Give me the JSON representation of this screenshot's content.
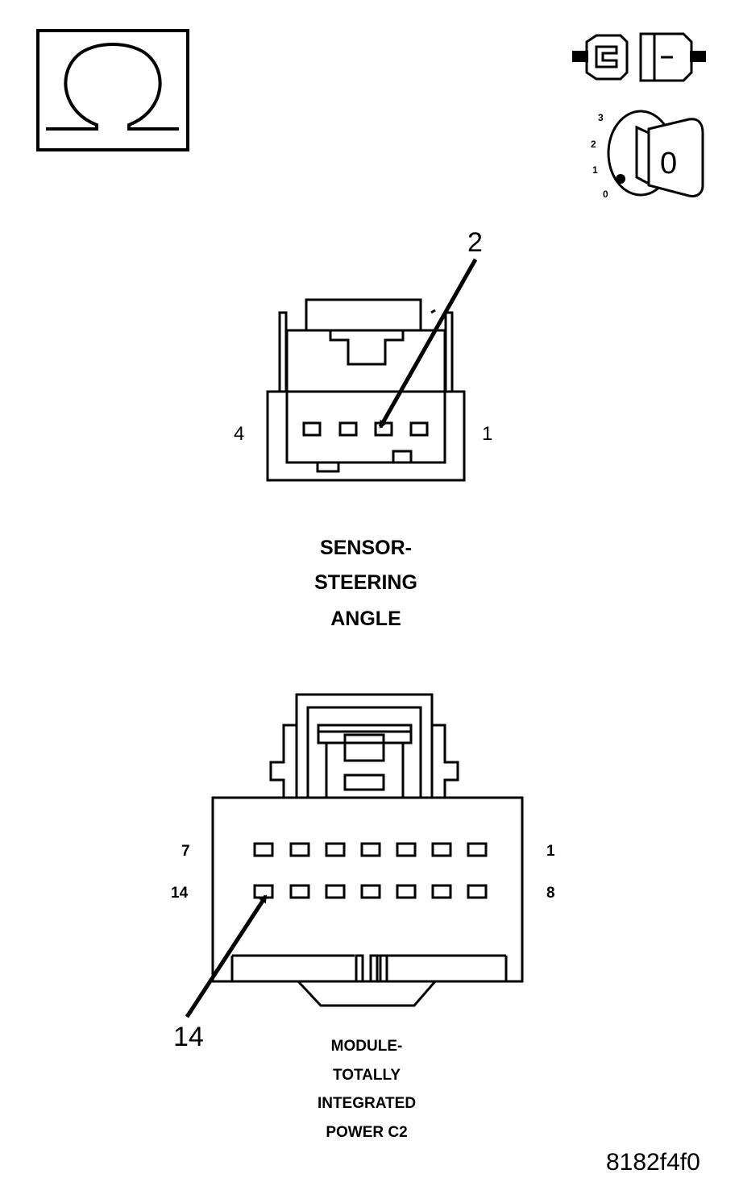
{
  "icons": {
    "ohmmeter": "omega-icon",
    "connector_disconnect": "disconnect-connector-icon",
    "ignition": "ignition-key-icon"
  },
  "ignition": {
    "positions": [
      "3",
      "2",
      "1",
      "0"
    ],
    "key_label": "0"
  },
  "sensor_connector": {
    "callout": "2",
    "pin_left": "4",
    "pin_right": "1",
    "label_lines": [
      "SENSOR-",
      "STEERING",
      "ANGLE"
    ]
  },
  "module_connector": {
    "callout": "14",
    "row1_left": "7",
    "row1_right": "1",
    "row2_left": "14",
    "row2_right": "8",
    "label_lines": [
      "MODULE-",
      "TOTALLY",
      "INTEGRATED",
      "POWER C2"
    ]
  },
  "figure_id": "8182f4f0"
}
